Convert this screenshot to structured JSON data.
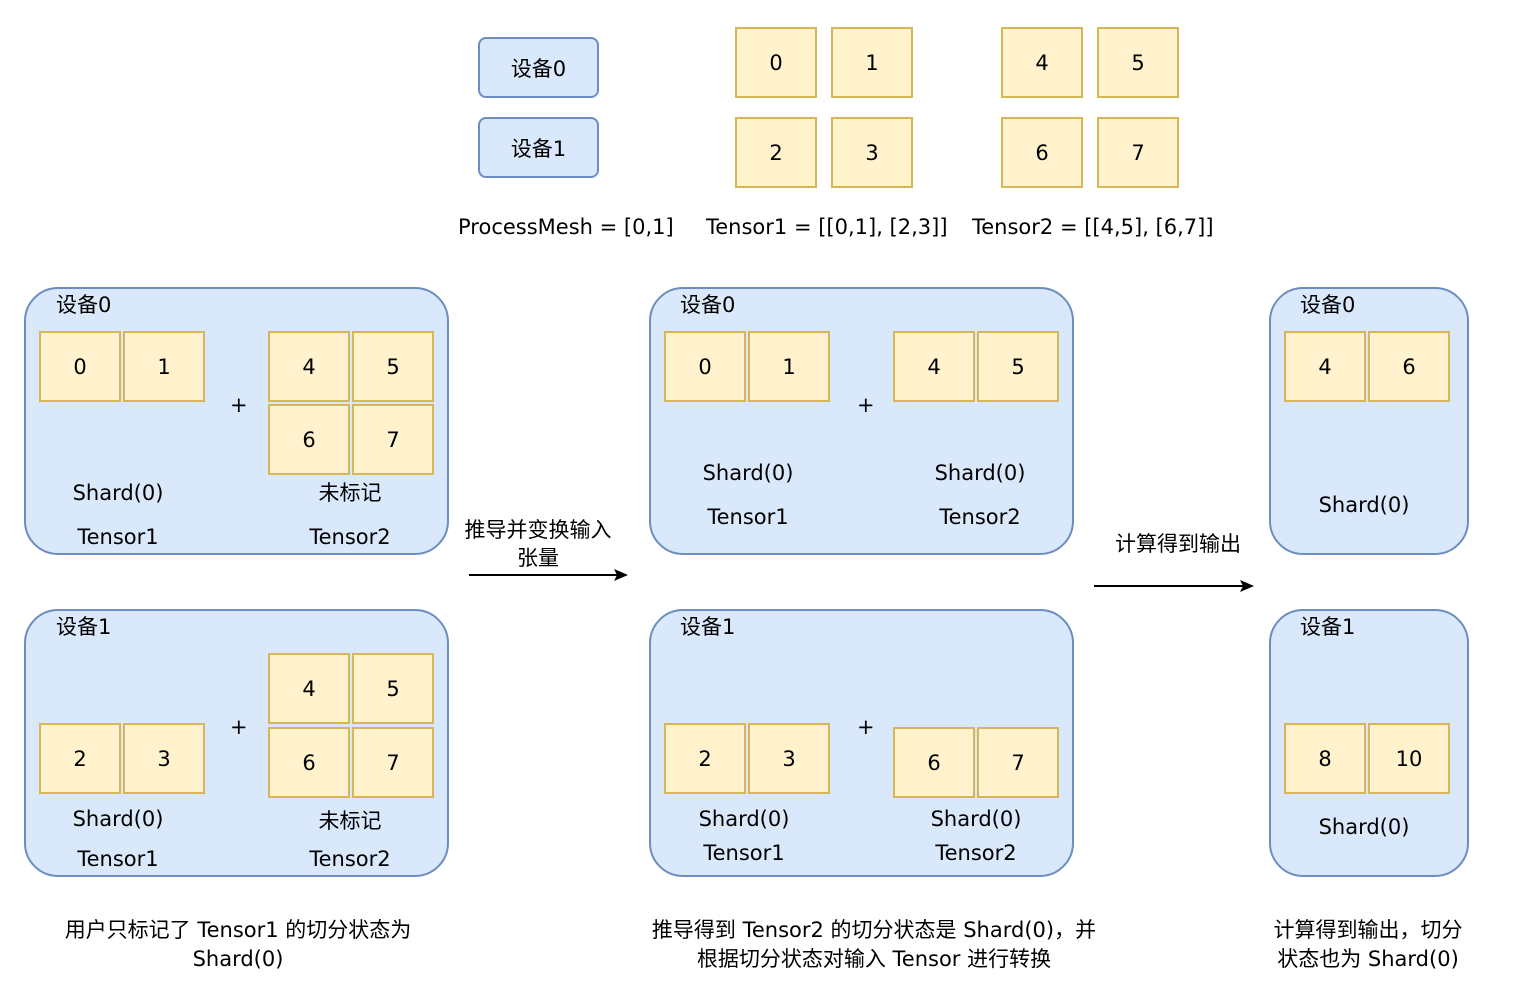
{
  "legend": {
    "device0": "设备0",
    "device1": "设备1",
    "tensor1_cells": [
      "0",
      "1",
      "2",
      "3"
    ],
    "tensor2_cells": [
      "4",
      "5",
      "6",
      "7"
    ],
    "process_mesh_label": "ProcessMesh = [0,1]",
    "tensor1_label": "Tensor1 = [[0,1], [2,3]]",
    "tensor2_label": "Tensor2 = [[4,5], [6,7]]"
  },
  "stage1": {
    "dev0": {
      "title": "设备0",
      "t1_cells": [
        "0",
        "1"
      ],
      "plus": "+",
      "t2_cells": [
        "4",
        "5",
        "6",
        "7"
      ],
      "t1_state": "Shard(0)",
      "t2_state": "未标记",
      "t1_name": "Tensor1",
      "t2_name": "Tensor2"
    },
    "dev1": {
      "title": "设备1",
      "t1_cells": [
        "2",
        "3"
      ],
      "plus": "+",
      "t2_cells": [
        "4",
        "5",
        "6",
        "7"
      ],
      "t1_state": "Shard(0)",
      "t2_state": "未标记",
      "t1_name": "Tensor1",
      "t2_name": "Tensor2"
    },
    "caption_line1": "用户只标记了 Tensor1 的切分状态为",
    "caption_line2": "Shard(0)"
  },
  "arrow1": {
    "line1": "推导并变换输入",
    "line2": "张量"
  },
  "stage2": {
    "dev0": {
      "title": "设备0",
      "t1_cells": [
        "0",
        "1"
      ],
      "plus": "+",
      "t2_cells": [
        "4",
        "5"
      ],
      "t1_state": "Shard(0)",
      "t2_state": "Shard(0)",
      "t1_name": "Tensor1",
      "t2_name": "Tensor2"
    },
    "dev1": {
      "title": "设备1",
      "t1_cells": [
        "2",
        "3"
      ],
      "plus": "+",
      "t2_cells": [
        "6",
        "7"
      ],
      "t1_state": "Shard(0)",
      "t2_state": "Shard(0)",
      "t1_name": "Tensor1",
      "t2_name": "Tensor2"
    },
    "caption_line1": "推导得到 Tensor2 的切分状态是 Shard(0)，并",
    "caption_line2": "根据切分状态对输入 Tensor 进行转换"
  },
  "arrow2": {
    "label": "计算得到输出"
  },
  "stage3": {
    "dev0": {
      "title": "设备0",
      "cells": [
        "4",
        "6"
      ],
      "state": "Shard(0)"
    },
    "dev1": {
      "title": "设备1",
      "cells": [
        "8",
        "10"
      ],
      "state": "Shard(0)"
    },
    "caption_line1": "计算得到输出，切分",
    "caption_line2": "状态也为 Shard(0)"
  },
  "colors": {
    "device_fill": "#dae8fc",
    "device_stroke": "#6c8ebf",
    "cell_fill": "#fff2cc",
    "cell_stroke": "#d6b656"
  }
}
